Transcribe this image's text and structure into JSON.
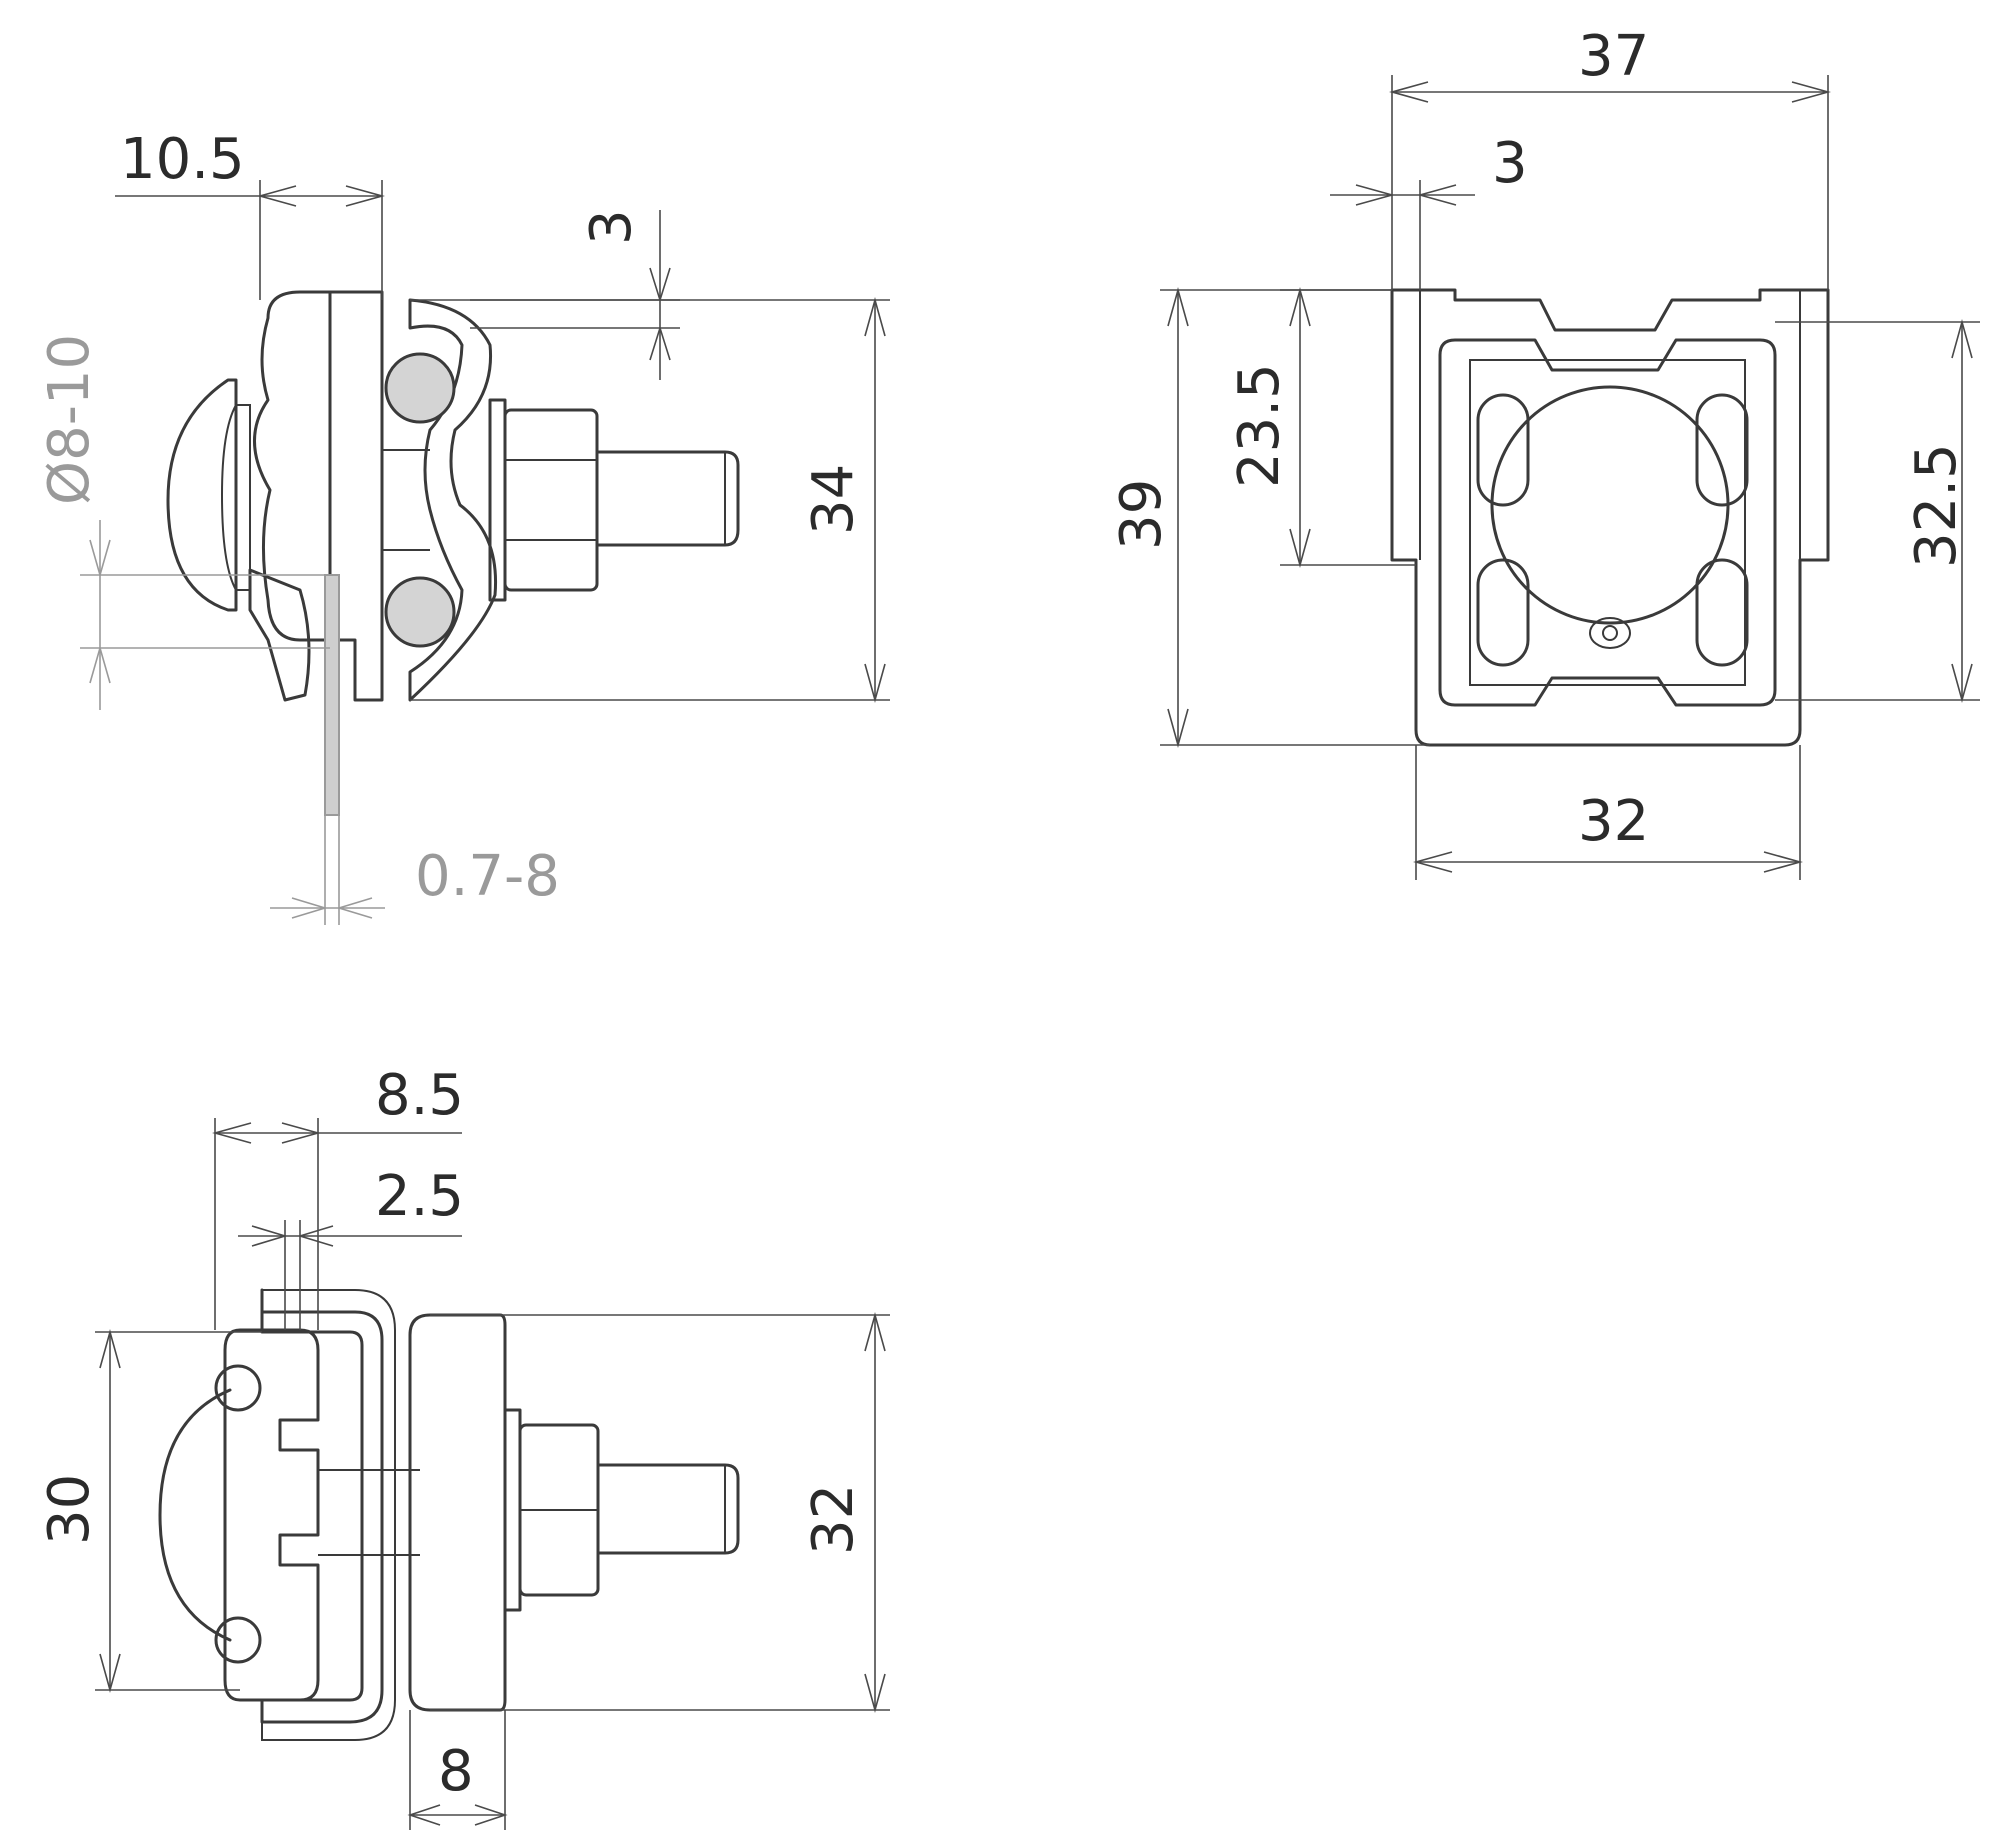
{
  "side_view": {
    "dim_width": "10.5",
    "dim_plate_top": "3",
    "dim_height": "34",
    "dim_rod_diameter": "Ø8-10",
    "dim_strip_thickness": "0.7-8"
  },
  "top_view": {
    "dim_overall_width": "37",
    "dim_flange": "3",
    "dim_overall_height": "39",
    "dim_inner_height": "23.5",
    "dim_right_height": "32.5",
    "dim_base_width": "32"
  },
  "front_view": {
    "dim_total_depth": "8.5",
    "dim_plate": "2.5",
    "dim_left_height": "30",
    "dim_right_height": "32",
    "dim_block_width": "8"
  }
}
